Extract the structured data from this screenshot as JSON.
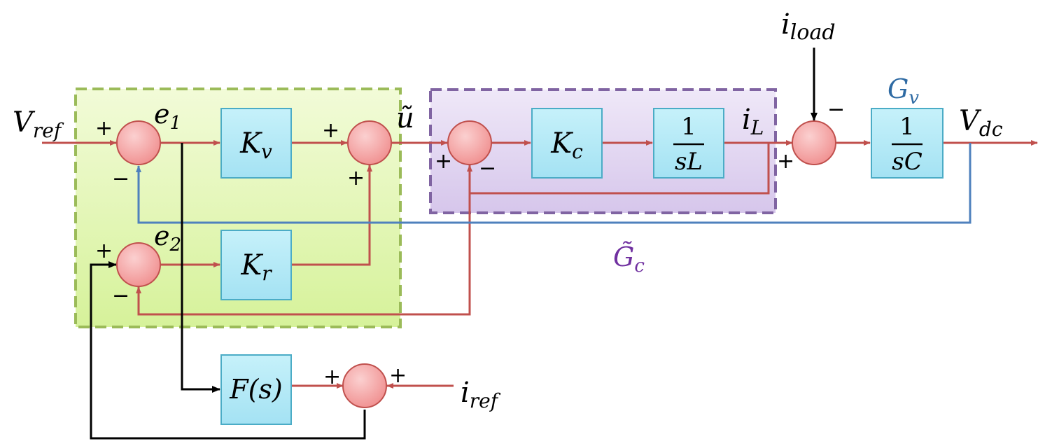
{
  "colors": {
    "signal": "#c0504d",
    "feedback": "#4f81bd",
    "aux": "#000000",
    "block_fill": "#b7ebf6",
    "block_stroke": "#4bacc6",
    "junction_fill": "#f5a9a9",
    "junction_stroke": "#c0504d",
    "green_region_fill": "#dff5a8",
    "green_region_stroke": "#9bbb59",
    "purple_region_fill": "#e6dcf2",
    "purple_region_stroke": "#8064a2",
    "gv_label": "#2e6aa3",
    "gc_label": "#7030a0"
  },
  "labels": {
    "v_ref": {
      "base": "V",
      "sub": "ref"
    },
    "v_dc": {
      "base": "V",
      "sub": "dc"
    },
    "i_load": {
      "base": "i",
      "sub": "load"
    },
    "i_ref": {
      "base": "i",
      "sub": "ref"
    },
    "i_L": {
      "base": "i",
      "sub": "L"
    },
    "e1": {
      "base": "e",
      "sub": "1"
    },
    "e2": {
      "base": "e",
      "sub": "2"
    },
    "u_tilde": "ũ",
    "g_v": {
      "base": "G",
      "sub": "v"
    },
    "g_c_tilde": {
      "base": "G̃",
      "sub": "c"
    }
  },
  "blocks": {
    "kv": {
      "base": "K",
      "sub": "v"
    },
    "kr": {
      "base": "K",
      "sub": "r"
    },
    "kc": {
      "base": "K",
      "sub": "c"
    },
    "inductor": {
      "num": "1",
      "den": "sL"
    },
    "capacitor": {
      "num": "1",
      "den": "sC"
    },
    "filter": "F(s)"
  },
  "signs": {
    "plus": "+",
    "minus": "−"
  }
}
